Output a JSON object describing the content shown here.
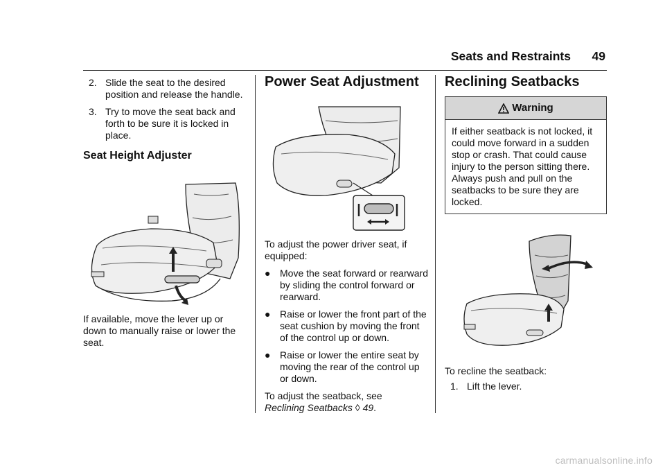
{
  "header": {
    "section_title": "Seats and Restraints",
    "page_number": "49"
  },
  "col1": {
    "steps": [
      {
        "num": "2.",
        "text": "Slide the seat to the desired position and release the handle."
      },
      {
        "num": "3.",
        "text": "Try to move the seat back and forth to be sure it is locked in place."
      }
    ],
    "heading": "Seat Height Adjuster",
    "caption": "If available, move the lever up or down to manually raise or lower the seat."
  },
  "col2": {
    "heading": "Power Seat Adjustment",
    "intro": "To adjust the power driver seat, if equipped:",
    "bullet_symbol": "●",
    "bullets": [
      "Move the seat forward or rearward by sliding the control forward or rearward.",
      "Raise or lower the front part of the seat cushion by moving the front of the control up or down.",
      "Raise or lower the entire seat by moving the rear of the control up or down."
    ],
    "see_text": "To adjust the seatback, see",
    "see_link": "Reclining Seatbacks",
    "see_symbol": "◊",
    "see_page": "49",
    "see_end": "."
  },
  "col3": {
    "heading": "Reclining Seatbacks",
    "warning_title": "Warning",
    "warning_text": "If either seatback is not locked, it could move forward in a sudden stop or crash. That could cause injury to the person sitting there. Always push and pull on the seatbacks to be sure they are locked.",
    "intro": "To recline the seatback:",
    "steps": [
      {
        "num": "1.",
        "text": "Lift the lever."
      }
    ]
  },
  "watermark": "carmanualsonline.info",
  "icons": [
    "seat-height-lever-illustration",
    "power-seat-control-illustration",
    "reclining-seatback-illustration",
    "warning-triangle-icon"
  ]
}
